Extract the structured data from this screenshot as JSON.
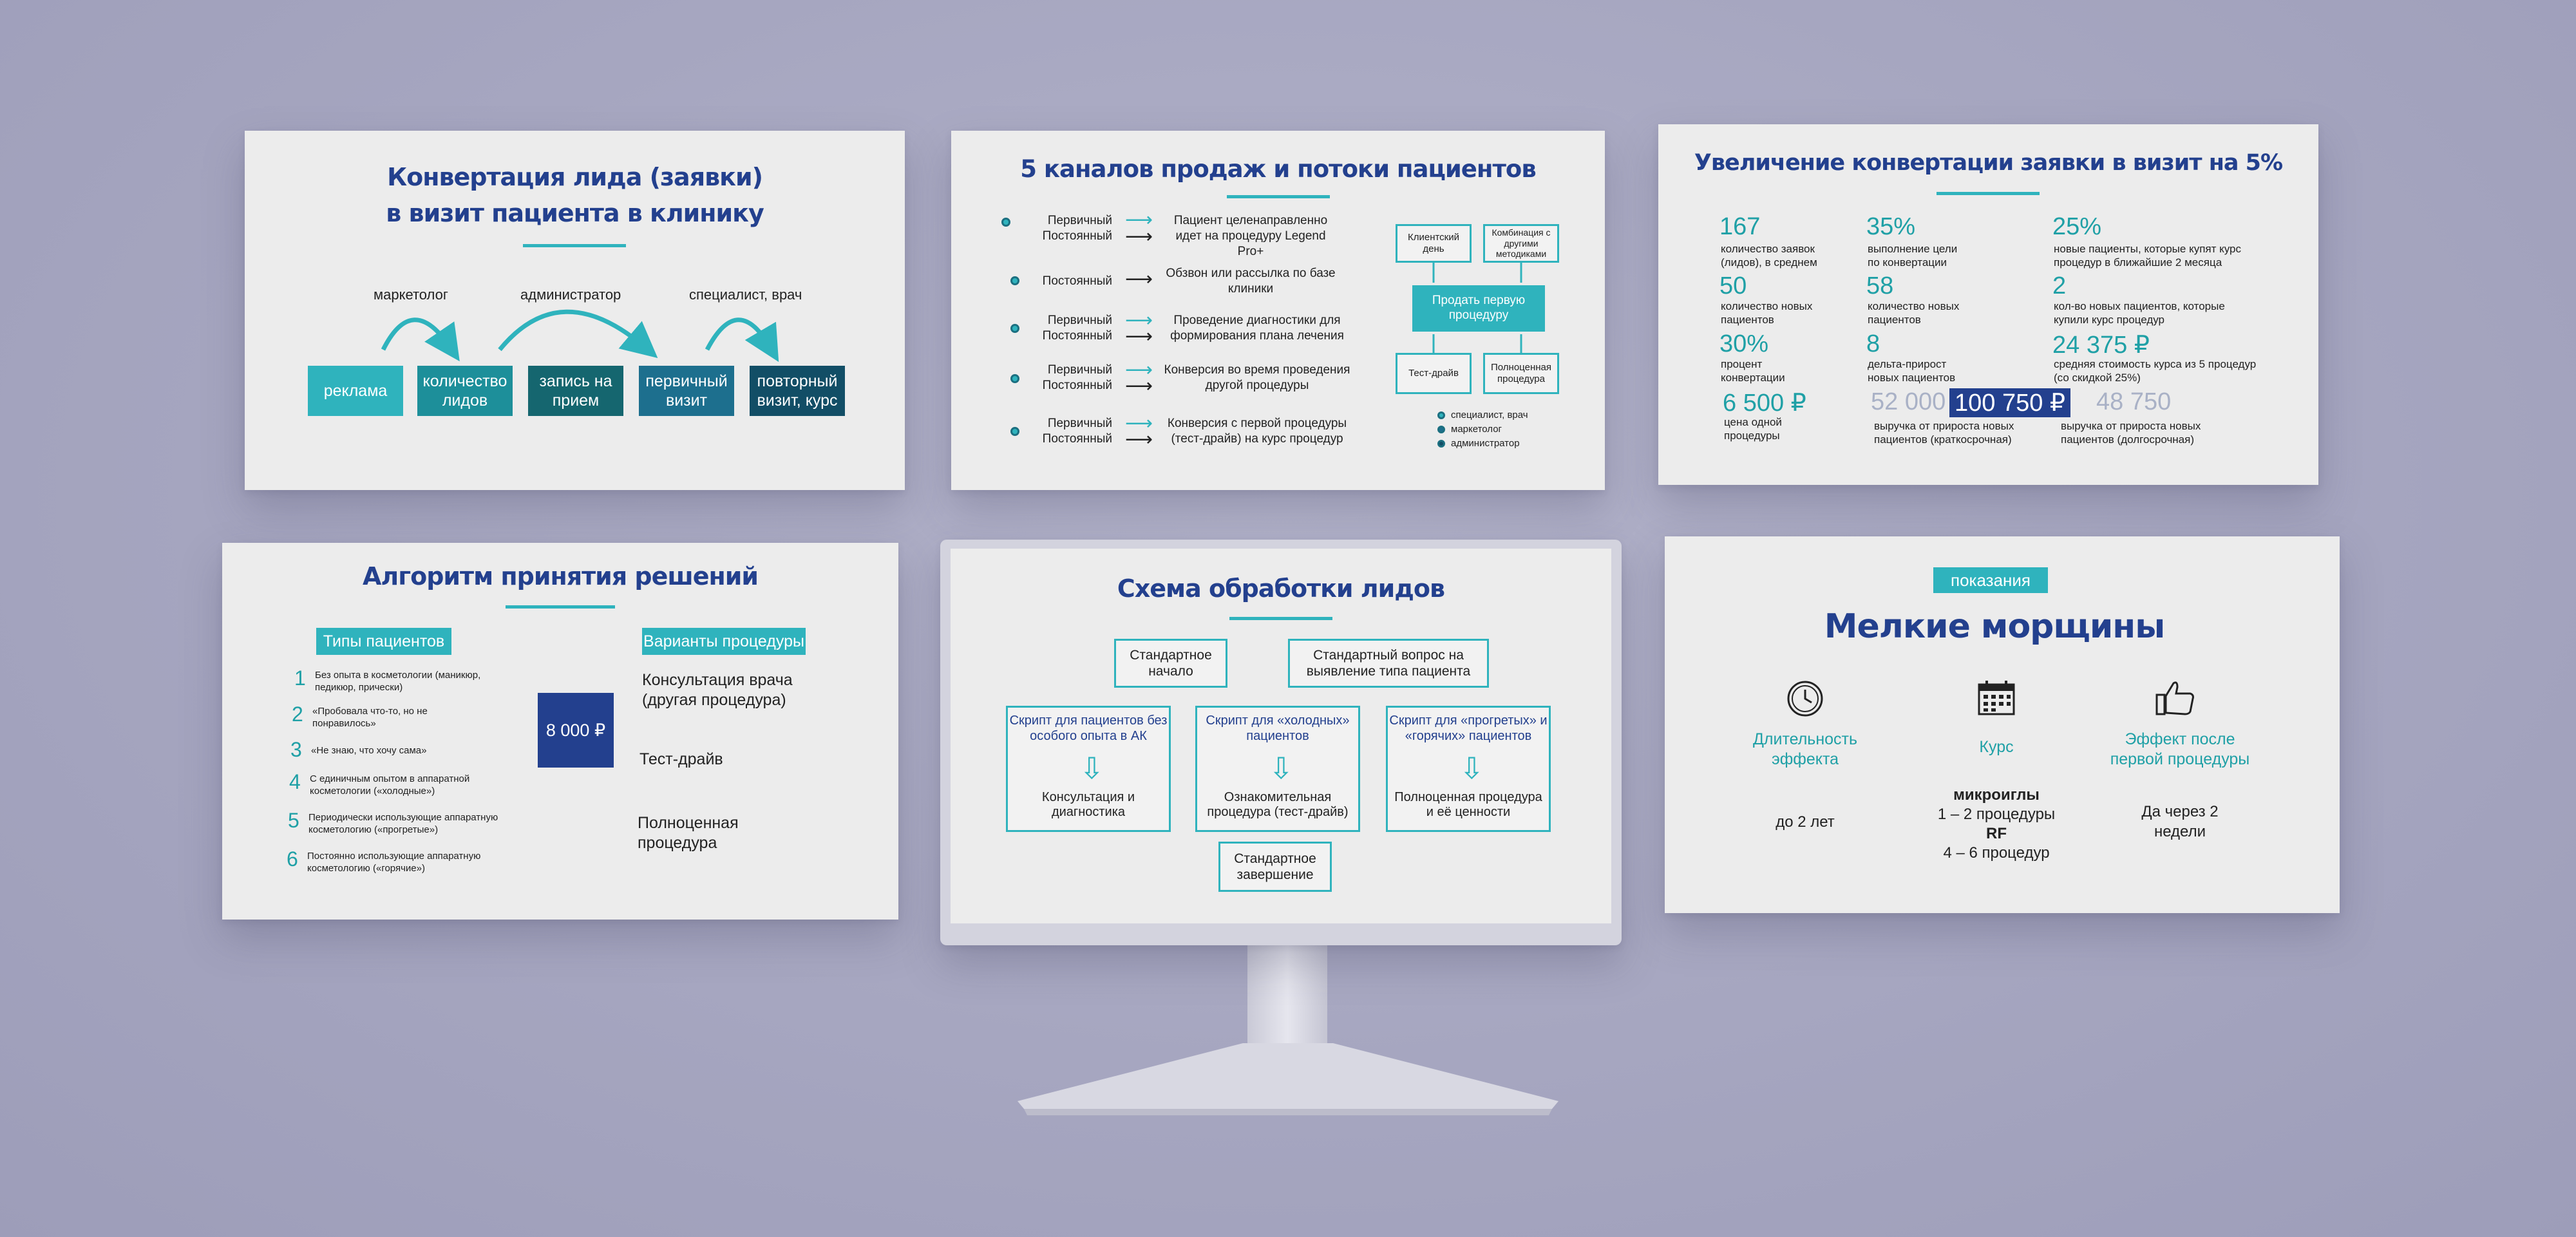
{
  "p1": {
    "title1": "Конвертация лида (заявки)",
    "title2": "в визит пациента в клинику",
    "roles": [
      "маркетолог",
      "администратор",
      "специалист, врач"
    ],
    "steps": [
      "реклама",
      "количество лидов",
      "запись на прием",
      "первичный визит",
      "повторный визит, курс"
    ],
    "colors": [
      "#2fb3bd",
      "#1d8f9a",
      "#15666f",
      "#1d6f8e",
      "#124e66"
    ]
  },
  "p2": {
    "title": "5 каналов продаж и потоки пациентов",
    "rows": [
      {
        "a": "Первичный",
        "b": "Постоянный",
        "text": "Пациент целенаправленно идет на процедуру Legend Pro+"
      },
      {
        "a": "",
        "b": "Постоянный",
        "text": "Обзвон или рассылка по базе клиники"
      },
      {
        "a": "Первичный",
        "b": "Постоянный",
        "text": "Проведение диагностики для формирования плана лечения"
      },
      {
        "a": "Первичный",
        "b": "Постоянный",
        "text": "Конверсия во время проведения другой процедуры"
      },
      {
        "a": "Первичный",
        "b": "Постоянный",
        "text": "Конверсия с первой процедуры (тест-драйв) на курс процедур"
      }
    ],
    "d_client": "Клиентский день",
    "d_combo": "Комбинация с другими методиками",
    "d_sell": "Продать первую процедуру",
    "d_test": "Тест-драйв",
    "d_full": "Полноценная процедура",
    "legend": [
      "специалист, врач",
      "маркетолог",
      "администратор"
    ]
  },
  "p3": {
    "title": "Увеличение конвертации заявки в визит на 5%",
    "c1": [
      {
        "v": "167",
        "l": "количество заявок (лидов), в среднем"
      },
      {
        "v": "50",
        "l": "количество новых пациентов"
      },
      {
        "v": "30%",
        "l": "процент конвертации"
      },
      {
        "v": "6 500 ₽",
        "l": "цена одной процедуры"
      }
    ],
    "c2": [
      {
        "v": "35%",
        "l": "выполнение цели по конвертации"
      },
      {
        "v": "58",
        "l": "количество новых пациентов"
      },
      {
        "v": "8",
        "l": "дельта-прирост новых пациентов"
      }
    ],
    "c3": [
      {
        "v": "25%",
        "l": "новые пациенты, которые купят курс процедур в ближайшие 2 месяца"
      },
      {
        "v": "2",
        "l": "кол-во новых пациентов, которые купили курс процедур"
      },
      {
        "v": "24 375 ₽",
        "l": "средняя стоимость курса из 5 процедур (со скидкой 25%)"
      }
    ],
    "row_a": "52 000",
    "row_b": "100 750 ₽",
    "row_c": "48 750",
    "rev_short": "выручка от прироста новых пациентов (краткосрочная)",
    "rev_long": "выручка от прироста новых пациентов (долгосрочная)"
  },
  "p4": {
    "title": "Алгоритм принятия решений",
    "tag1": "Типы пациентов",
    "tag2": "Варианты процедуры",
    "types": [
      {
        "n": "1",
        "t": "Без опыта в косметологии (маникюр, педикюр, прически)"
      },
      {
        "n": "2",
        "t": "«Пробовала что-то, но не понравилось»"
      },
      {
        "n": "3",
        "t": "«Не знаю, что хочу сама»"
      },
      {
        "n": "4",
        "t": "С единичным опытом в аппаратной косметологии («холодные»)"
      },
      {
        "n": "5",
        "t": "Периодически использующие аппаратную косметологию («прогретые»)"
      },
      {
        "n": "6",
        "t": "Постоянно использующие аппаратную косметологию («горячие»)"
      }
    ],
    "price": "8 000 ₽",
    "variants": [
      "Консультация врача (другая процедура)",
      "Тест-драйв",
      "Полноценная процедура"
    ]
  },
  "p5": {
    "title": "Схема обработки лидов",
    "start": "Стандартное начало",
    "question": "Стандартный вопрос на выявление типа пациента",
    "s1": "Скрипт для пациентов без особого опыта в АК",
    "s2": "Скрипт для «холодных» пациентов",
    "s3": "Скрипт для «прогретых» и «горячих» пациентов",
    "r1": "Консультация и диагностика",
    "r2": "Ознакомительная процедура (тест-драйв)",
    "r3": "Полноценная процедура и её ценности",
    "end": "Стандартное завершение"
  },
  "p6": {
    "tag": "показания",
    "title": "Мелкие морщины",
    "cols": [
      {
        "h": "Длительность эффекта",
        "v": "до 2 лет",
        "icon": "clock-icon"
      },
      {
        "h": "Курс",
        "v": "",
        "icon": "calendar-icon"
      },
      {
        "h": "Эффект после первой процедуры",
        "v": "Да через 2 недели",
        "icon": "thumbs-up-icon"
      }
    ],
    "course_a": "микроиглы",
    "course_b": "1 – 2 процедуры",
    "course_c": "RF",
    "course_d": "4 – 6 процедур"
  }
}
